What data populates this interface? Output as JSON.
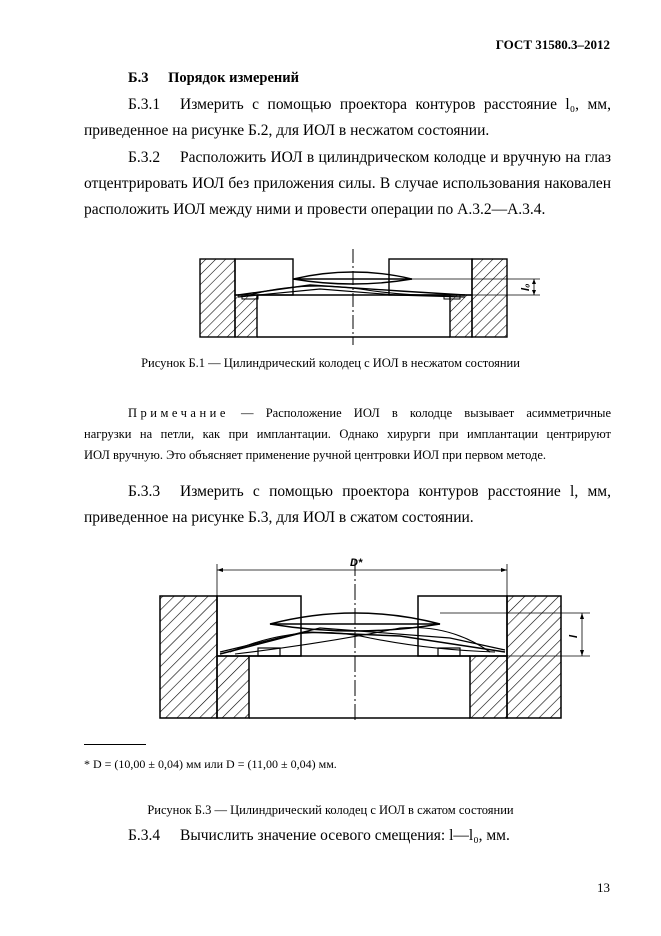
{
  "header": {
    "standard": "ГОСТ 31580.3–2012"
  },
  "section": {
    "number": "Б.3",
    "title": "Порядок измерений"
  },
  "p1": {
    "number": "Б.3.1",
    "line1": "Измерить с помощью проектора контуров расстояние l₀, мм,",
    "line2": "приведенное на рисунке Б.2, для ИОЛ в несжатом состоянии."
  },
  "p2": {
    "number": "Б.3.2",
    "line1": "Расположить ИОЛ в цилиндрическом колодце и вручную на глаз",
    "line2": "отцентрировать ИОЛ без приложения силы. В случае использования наковален",
    "line3": "расположить ИОЛ между ними и провести операции по А.3.2—А.3.4."
  },
  "fig1": {
    "dim_label": "l₀",
    "caption": "Рисунок Б.1 — Цилиндрический колодец с ИОЛ в несжатом состоянии"
  },
  "note": {
    "label": "Примечание",
    "line1": "— Расположение ИОЛ в колодце вызывает асимметричные",
    "line2": "нагрузки на петли, как при имплантации. Однако хирурги при имплантации центрируют",
    "line3": "ИОЛ вручную. Это объясняет применение ручной центровки ИОЛ при первом методе."
  },
  "p3": {
    "number": "Б.3.3",
    "line1": "Измерить с помощью проектора контуров расстояние l, мм,",
    "line2": "приведенное на рисунке Б.3, для ИОЛ в сжатом состоянии."
  },
  "fig3": {
    "dim_top": "D*",
    "dim_side": "l",
    "footnote": "* D = (10,00 ± 0,04) мм или D = (11,00 ± 0,04) мм.",
    "caption": "Рисунок Б.3 — Цилиндрический колодец с ИОЛ в сжатом состоянии"
  },
  "p4": {
    "number": "Б.3.4",
    "text": "Вычислить значение осевого смещения: l—l₀, мм."
  },
  "page_number": "13"
}
